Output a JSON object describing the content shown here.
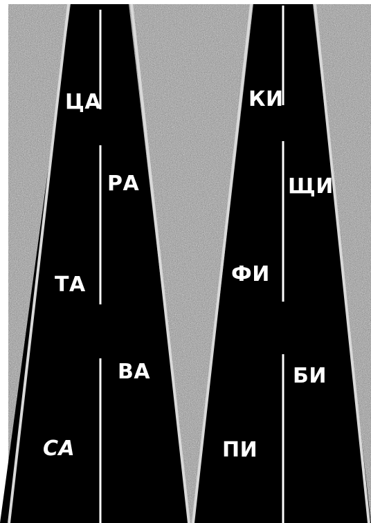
{
  "roads": [
    {
      "name": "left-road",
      "syllables": [
        "ЦА",
        "РА",
        "ТА",
        "ВА",
        "СА"
      ]
    },
    {
      "name": "right-road",
      "syllables": [
        "КИ",
        "ЩИ",
        "ФИ",
        "БИ",
        "ПИ"
      ]
    }
  ],
  "colors": {
    "road": "#000000",
    "edge_line": "#d9d9d9",
    "center_line": "#ffffff",
    "text": "#ffffff",
    "background_base": "#9a9a9a"
  }
}
